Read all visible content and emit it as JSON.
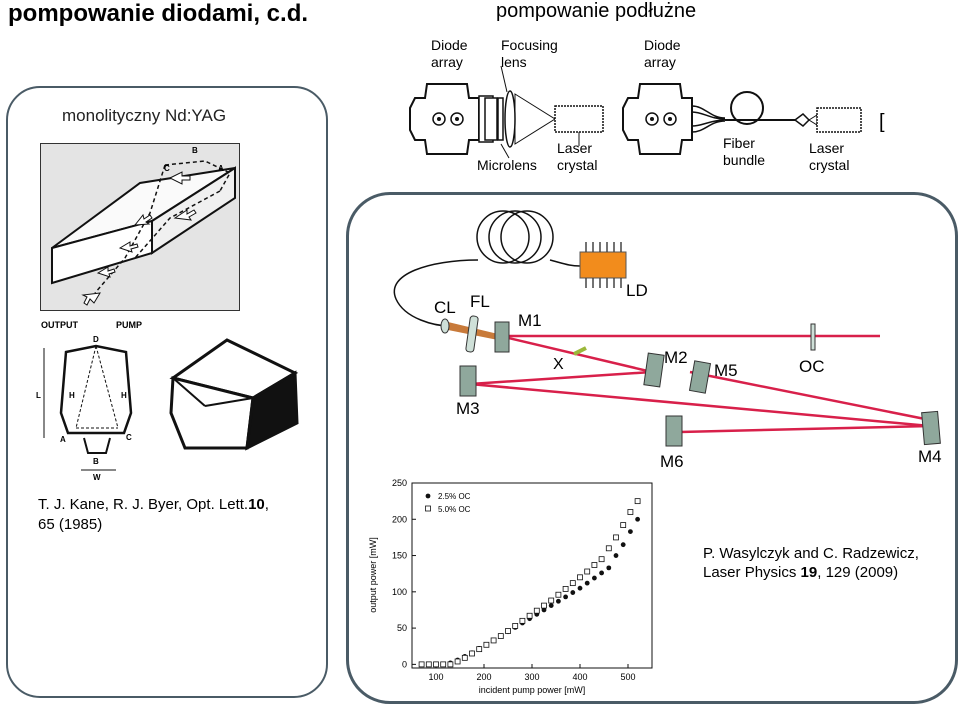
{
  "slide": {
    "title": "pompowanie diodami, c.d.",
    "subtitle": "pompowanie podłużne"
  },
  "left_panel": {
    "heading": "monolityczny Nd:YAG",
    "nd_yag_letters": [
      "B",
      "C",
      "A"
    ],
    "diagram_labels": {
      "output": "OUTPUT",
      "pump": "PUMP",
      "d": "D",
      "h1": "H",
      "h2": "H",
      "l": "L",
      "a": "A",
      "b": "B",
      "c": "C",
      "w": "W"
    },
    "citation_line1_a": "T. J. Kane, R. J. Byer, Opt. Lett.",
    "citation_line1_b": "10",
    "citation_line1_c": ",",
    "citation_line2": "65 (1985)"
  },
  "top_diagram": {
    "labels": {
      "diode_array_1": [
        "Diode",
        "array"
      ],
      "focusing_lens": [
        "Focusing",
        "lens"
      ],
      "microlens": "Microlens",
      "laser_crystal_1": [
        "Laser",
        "crystal"
      ],
      "diode_array_2": [
        "Diode",
        "array"
      ],
      "fiber_bundle": [
        "Fiber",
        "bundle"
      ],
      "laser_crystal_2": [
        "Laser",
        "crystal"
      ],
      "cut_bracket": "["
    }
  },
  "laser_setup": {
    "labels": {
      "ld": "LD",
      "cl": "CL",
      "fl": "FL",
      "m1": "M1",
      "x": "X",
      "m2": "M2",
      "m5": "M5",
      "oc": "OC",
      "m3": "M3",
      "m6": "M6",
      "m4": "M4"
    },
    "colors": {
      "beam": "#d8204a",
      "mirror": "#8fa89c",
      "ld": "#f28c1c",
      "pump": "#c87a3a"
    }
  },
  "citation_right": {
    "line1": "P. Wasylczyk and C. Radzewicz,",
    "line2_a": "Laser Physics ",
    "line2_b": "19",
    "line2_c": ", 129 (2009)"
  },
  "chart_data": {
    "type": "scatter",
    "xlabel": "incident pump power [mW]",
    "ylabel": "output power [mW]",
    "xlim": [
      50,
      550
    ],
    "ylim": [
      -5,
      250
    ],
    "xticks": [
      100,
      200,
      300,
      400,
      500
    ],
    "yticks": [
      0,
      50,
      100,
      150,
      200,
      250
    ],
    "legend_position": "top-left",
    "series": [
      {
        "name": "2.5% OC",
        "marker": "filled-circle",
        "x": [
          70,
          85,
          100,
          115,
          130,
          145,
          160,
          175,
          190,
          205,
          220,
          235,
          250,
          265,
          280,
          295,
          310,
          325,
          340,
          355,
          370,
          385,
          400,
          415,
          430,
          445,
          460,
          475,
          490,
          505,
          520
        ],
        "y": [
          0,
          0,
          0,
          0,
          2,
          6,
          11,
          16,
          22,
          27,
          33,
          39,
          45,
          51,
          57,
          63,
          69,
          75,
          81,
          87,
          93,
          99,
          105,
          112,
          119,
          126,
          133,
          150,
          165,
          183,
          200
        ]
      },
      {
        "name": "5.0% OC",
        "marker": "open-square",
        "x": [
          70,
          85,
          100,
          115,
          130,
          145,
          160,
          175,
          190,
          205,
          220,
          235,
          250,
          265,
          280,
          295,
          310,
          325,
          340,
          355,
          370,
          385,
          400,
          415,
          430,
          445,
          460,
          475,
          490,
          505,
          520
        ],
        "y": [
          0,
          0,
          0,
          0,
          0,
          4,
          9,
          15,
          21,
          27,
          33,
          39,
          46,
          53,
          60,
          67,
          74,
          81,
          88,
          96,
          104,
          112,
          120,
          128,
          137,
          145,
          160,
          175,
          192,
          210,
          225
        ]
      }
    ]
  }
}
